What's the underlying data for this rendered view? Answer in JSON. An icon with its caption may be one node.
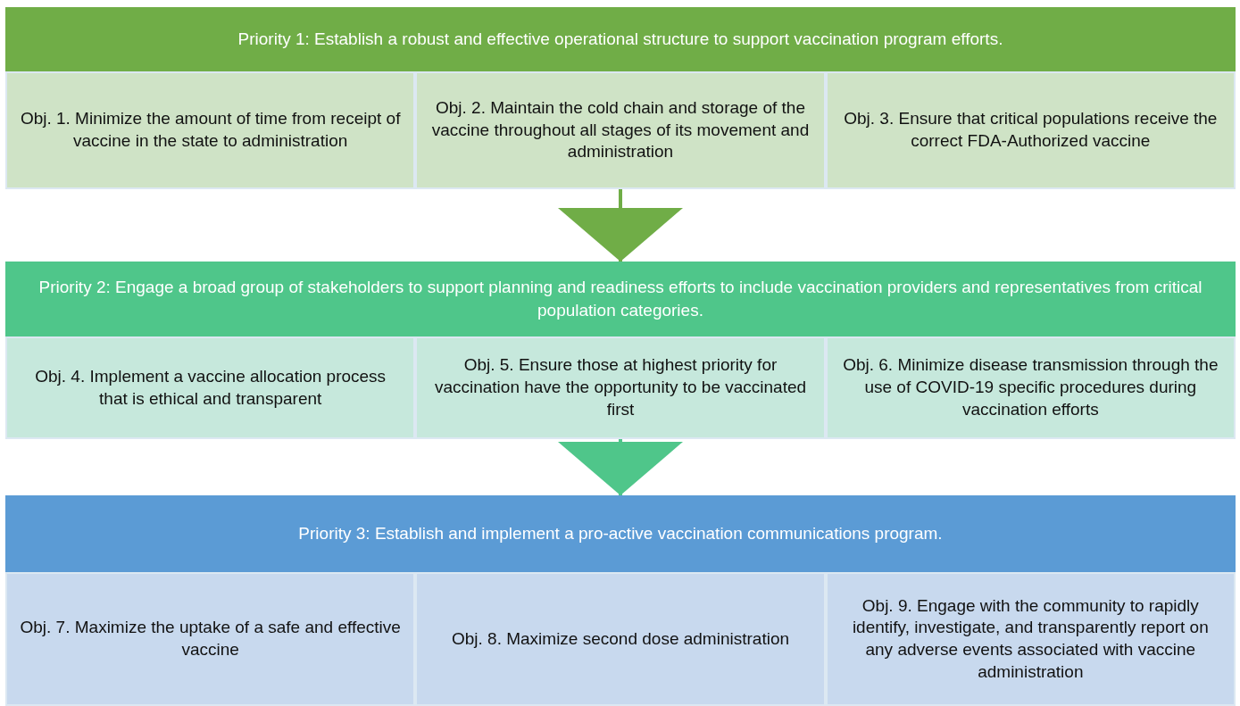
{
  "diagram": {
    "nodes": [
      {
        "text": [
          "Priority 1: Establish a robust and effective operational structure to support vaccination program efforts."
        ]
      },
      {
        "text": [
          "Obj. 1. Minimize the amount of time from receipt of vaccine in the state to administration"
        ],
        "in": 0
      },
      {
        "text": [
          "Obj. 2. Maintain the cold chain and storage of the vaccine throughout all stages of its movement and administration"
        ],
        "in": 0
      },
      {
        "text": [
          "Obj. 3. Ensure that critical populations receive the correct FDA-Authorized vaccine"
        ],
        "in": 0
      },
      {
        "text": [
          "Priority 2: Engage a broad group of stakeholders to support planning and readiness efforts to include vaccination providers and representatives from critical population categories."
        ]
      },
      {
        "text": [
          "Obj. 4. Implement a vaccine allocation process that is ethical and transparent"
        ],
        "in": 4
      },
      {
        "text": [
          "Obj. 5. Ensure those at highest priority for vaccination have the opportunity to be vaccinated first"
        ],
        "in": 4
      },
      {
        "text": [
          "Obj. 6. Minimize disease transmission through the use of COVID-19 specific procedures during vaccination efforts"
        ],
        "in": 4
      },
      {
        "text": [
          "Priority 3: Establish and implement a pro-active vaccination communications program."
        ]
      },
      {
        "text": [
          "Obj. 7. Maximize the uptake of a safe and effective vaccine"
        ],
        "in": 8
      },
      {
        "text": [
          "Obj. 8. Maximize second dose administration"
        ],
        "in": 8
      },
      {
        "text": [
          "Obj. 9. Engage with the community to rapidly identify, investigate, and transparently report on any adverse events associated with vaccine administration"
        ],
        "in": 8
      }
    ],
    "edges": [
      {
        "from": 0,
        "to": 4,
        "arrow": "to",
        "color": "#70ad47"
      },
      {
        "from": 4,
        "to": 8,
        "arrow": "to",
        "color": "#4fc68a"
      }
    ]
  }
}
